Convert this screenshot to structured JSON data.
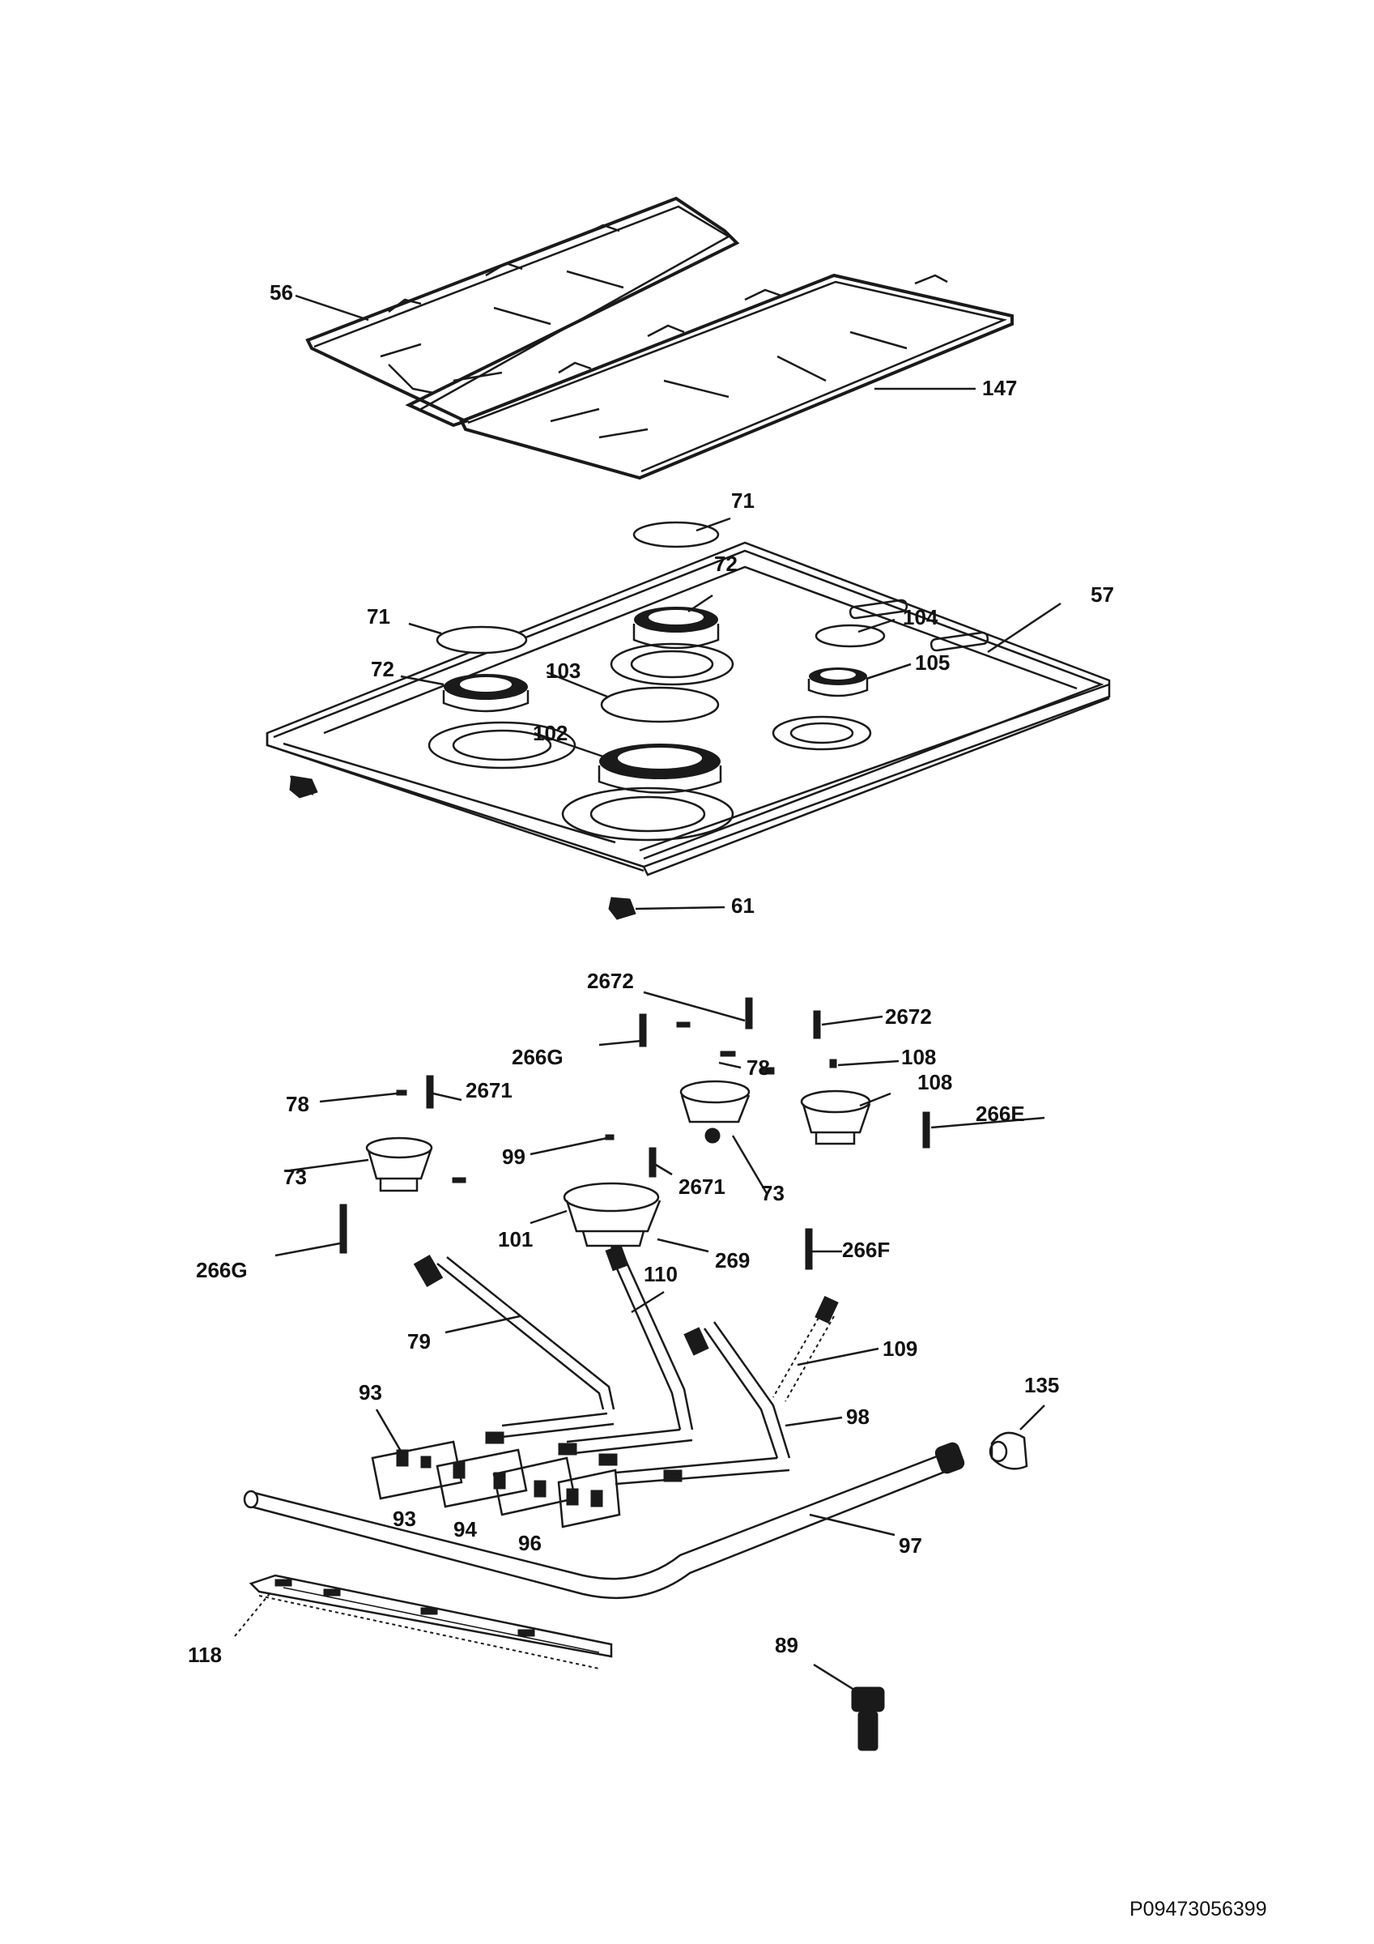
{
  "document_id": "P09473056399",
  "part_labels": {
    "grid_left": "56",
    "grid_right": "147",
    "cap_rear": "71",
    "cap_left": "71",
    "crown_rear": "72",
    "crown_left": "72",
    "cap_center": "103",
    "crown_front": "102",
    "cap_right": "104",
    "crown_right": "105",
    "hob_top": "57",
    "knob_clip": "61",
    "screw_2672_a": "2672",
    "screw_2672_b": "2672",
    "screw_266g_top": "266G",
    "screw_78_right": "78",
    "injector_108_a": "108",
    "burner_108": "108",
    "screw_78_left": "78",
    "screw_2671_left": "2671",
    "screw_266e": "266E",
    "injector_99": "99",
    "burner_73_left": "73",
    "screw_2671_mid": "2671",
    "burner_73_mid": "73",
    "burner_101": "101",
    "screw_269": "269",
    "screw_266g_left": "266G",
    "screw_266f": "266F",
    "pipe_110": "110",
    "pipe_79": "79",
    "pipe_109": "109",
    "elbow_135": "135",
    "tap_93_top": "93",
    "pipe_98": "98",
    "tap_93": "93",
    "tap_94": "94",
    "tap_96": "96",
    "manifold_97": "97",
    "bracket_118": "118",
    "connector_89": "89"
  }
}
